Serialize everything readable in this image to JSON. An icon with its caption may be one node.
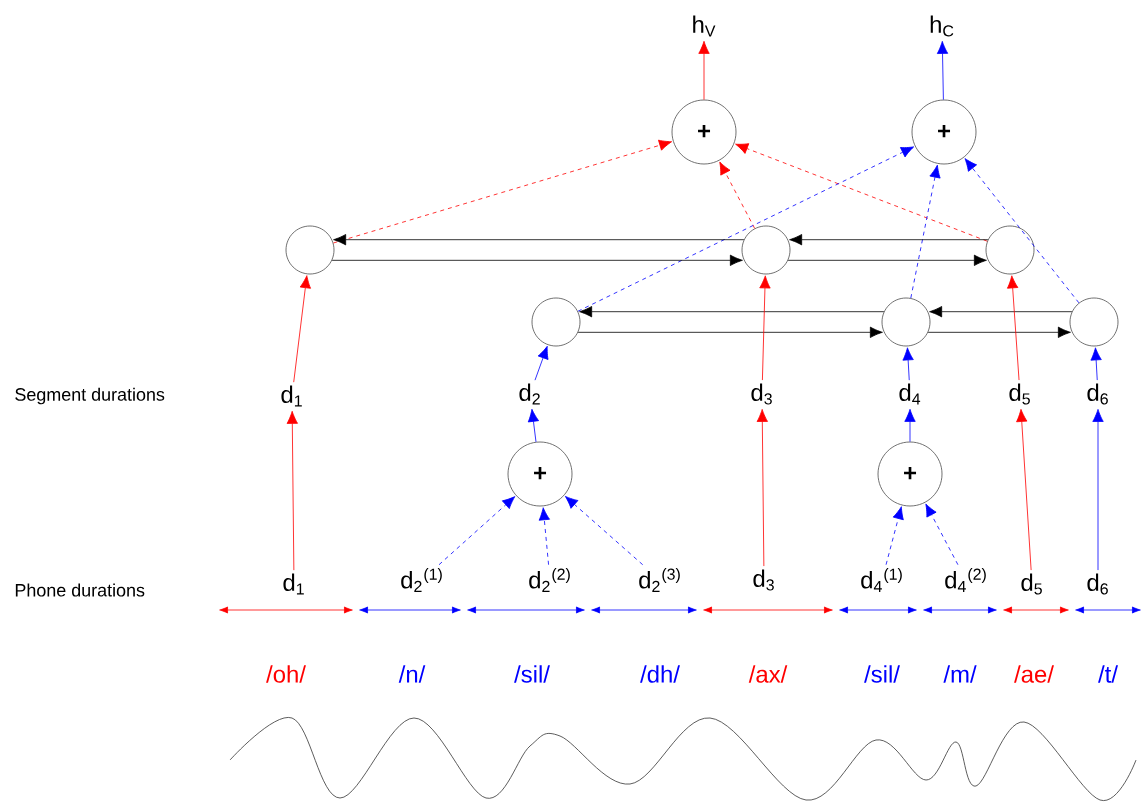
{
  "diagram": {
    "nodes": [
      {
        "text": [
          "+"
        ]
      },
      {
        "text": [
          "+"
        ]
      },
      {
        "text": [
          "h$_{V}$"
        ]
      },
      {
        "text": [
          "h$_{C}$"
        ]
      },
      {
        "text": [],
        "shape": "circle"
      },
      {
        "text": [],
        "shape": "circle"
      },
      {
        "text": [],
        "shape": "circle"
      },
      {
        "text": [],
        "shape": "circle"
      },
      {
        "text": [],
        "shape": "circle"
      },
      {
        "text": [],
        "shape": "circle"
      },
      {
        "text": [
          "d$_{1}$"
        ]
      },
      {
        "text": [
          "d$_{2}$"
        ]
      },
      {
        "text": [
          "d$_{3}$"
        ]
      },
      {
        "text": [
          "d$_{4}$"
        ]
      },
      {
        "text": [
          "d$_{5}$"
        ]
      },
      {
        "text": [
          "d$_{6}$"
        ]
      },
      {
        "text": [
          "+"
        ]
      },
      {
        "text": [
          "+"
        ]
      },
      {
        "text": [
          "d$_{1}$"
        ]
      },
      {
        "text": [
          "d$_{2}$$^{(1)}$"
        ]
      },
      {
        "text": [
          "d$_{2}$$^{(2)}$"
        ]
      },
      {
        "text": [
          "d$_{2}$$^{(3)}$"
        ]
      },
      {
        "text": [
          "d$_{3}$"
        ]
      },
      {
        "text": [
          "d$_{4}$$^{(1)}$"
        ]
      },
      {
        "text": [
          "d$_{4}$$^{(2)}$"
        ]
      },
      {
        "text": [
          "d$_{5}$"
        ]
      },
      {
        "text": [
          "d$_{6}$"
        ]
      }
    ],
    "edges": [
      {
        "from": 0,
        "to": 2,
        "arrow": "to",
        "color": "#ff0000"
      },
      {
        "from": 1,
        "to": 3,
        "arrow": "to"
      },
      {
        "from": 4,
        "to": 0,
        "arrow": "to",
        "style": "dashed",
        "color": "#ff0000"
      },
      {
        "from": 5,
        "to": 0,
        "arrow": "to",
        "style": "dashed",
        "color": "#ff0000"
      },
      {
        "from": 6,
        "to": 0,
        "arrow": "to",
        "style": "dashed",
        "color": "#ff0000"
      },
      {
        "from": 7,
        "to": 1,
        "arrow": "to",
        "style": "dashed"
      },
      {
        "from": 8,
        "to": 1,
        "arrow": "to",
        "style": "dashed"
      },
      {
        "from": 9,
        "to": 1,
        "arrow": "to",
        "style": "dashed"
      },
      {
        "from": 5,
        "to": 4,
        "arrow": "to",
        "color": "#000000"
      },
      {
        "from": 6,
        "to": 5,
        "arrow": "to",
        "color": "#000000"
      },
      {
        "from": 4,
        "to": 5,
        "arrow": "to",
        "color": "#000000"
      },
      {
        "from": 5,
        "to": 6,
        "arrow": "to",
        "color": "#000000"
      },
      {
        "from": 8,
        "to": 7,
        "arrow": "to",
        "color": "#000000"
      },
      {
        "from": 9,
        "to": 8,
        "arrow": "to",
        "color": "#000000"
      },
      {
        "from": 7,
        "to": 8,
        "arrow": "to",
        "color": "#000000"
      },
      {
        "from": 8,
        "to": 9,
        "arrow": "to",
        "color": "#000000"
      },
      {
        "from": 10,
        "to": 4,
        "arrow": "to",
        "color": "#ff0000"
      },
      {
        "from": 12,
        "to": 5,
        "arrow": "to",
        "color": "#ff0000"
      },
      {
        "from": 14,
        "to": 6,
        "arrow": "to",
        "color": "#ff0000"
      },
      {
        "from": 11,
        "to": 7,
        "arrow": "to"
      },
      {
        "from": 13,
        "to": 8,
        "arrow": "to"
      },
      {
        "from": 15,
        "to": 9,
        "arrow": "to"
      },
      {
        "from": 18,
        "to": 10,
        "arrow": "to",
        "color": "#ff0000"
      },
      {
        "from": 16,
        "to": 11,
        "arrow": "to"
      },
      {
        "from": 22,
        "to": 12,
        "arrow": "to",
        "color": "#ff0000"
      },
      {
        "from": 17,
        "to": 13,
        "arrow": "to"
      },
      {
        "from": 25,
        "to": 14,
        "arrow": "to",
        "color": "#ff0000"
      },
      {
        "from": 26,
        "to": 15,
        "arrow": "to"
      },
      {
        "from": 19,
        "to": 16,
        "arrow": "to",
        "style": "dashed"
      },
      {
        "from": 20,
        "to": 16,
        "arrow": "to",
        "style": "dashed"
      },
      {
        "from": 21,
        "to": 16,
        "arrow": "to",
        "style": "dashed"
      },
      {
        "from": 23,
        "to": 17,
        "arrow": "to",
        "style": "dashed"
      },
      {
        "from": 24,
        "to": 17,
        "arrow": "to",
        "style": "dashed"
      }
    ],
    "labels": [
      "Segment durations",
      "Phone durations",
      "/oh/",
      "/n/",
      "/sil/",
      "/dh/",
      "/ax/",
      "/sil/",
      "/m/",
      "/ae/",
      "/t/"
    ]
  }
}
